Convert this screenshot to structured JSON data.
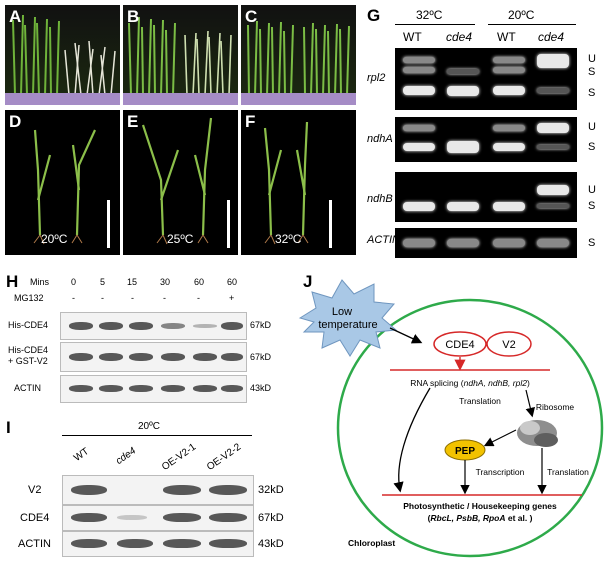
{
  "panels": {
    "A": "A",
    "B": "B",
    "C": "C",
    "D": "D",
    "E": "E",
    "F": "F",
    "G": "G",
    "H": "H",
    "I": "I",
    "J": "J"
  },
  "seedling_photos": {
    "D_temp": "20ºC",
    "E_temp": "25ºC",
    "F_temp": "32ºC"
  },
  "panel_G": {
    "temps": [
      "32ºC",
      "20ºC"
    ],
    "columns": [
      "WT",
      "cde4",
      "WT",
      "cde4"
    ],
    "rows": [
      {
        "gene": "rpl2",
        "markers": [
          "U",
          "S",
          "S"
        ]
      },
      {
        "gene": "ndhA",
        "markers": [
          "U",
          "S"
        ]
      },
      {
        "gene": "ndhB",
        "markers": [
          "U",
          "S"
        ]
      },
      {
        "gene": "ACTIN",
        "markers": [
          "S"
        ]
      }
    ]
  },
  "panel_H": {
    "mins_label": "Mins",
    "mins": [
      "0",
      "5",
      "15",
      "30",
      "60",
      "60"
    ],
    "mg132_label": "MG132",
    "mg132": [
      "-",
      "-",
      "-",
      "-",
      "-",
      "+"
    ],
    "rows": [
      {
        "label": "His-CDE4",
        "size": "67kD"
      },
      {
        "label": "His-CDE4\n+ GST-V2",
        "size": "67kD"
      },
      {
        "label": "ACTIN",
        "size": "43kD"
      }
    ]
  },
  "panel_I": {
    "temp": "20ºC",
    "columns": [
      "WT",
      "cde4",
      "OE-V2-1",
      "OE-V2-2"
    ],
    "rows": [
      {
        "label": "V2",
        "size": "32kD"
      },
      {
        "label": "CDE4",
        "size": "67kD"
      },
      {
        "label": "ACTIN",
        "size": "43kD"
      }
    ]
  },
  "panel_J": {
    "burst_line1": "Low",
    "burst_line2": "temperature",
    "cde4": "CDE4",
    "v2": "V2",
    "rna_splicing_pre": "RNA splicing (",
    "rna_splicing_genes": "ndhA, ndhB, rpl2",
    "rna_splicing_post": ")",
    "ribosome": "Ribosome",
    "translation_top": "Translation",
    "pep": "PEP",
    "transcription": "Transcription",
    "translation_right": "Translation",
    "genes_line1": "Photosynthetic / Housekeeping genes",
    "genes_line2_pre": "(",
    "genes_line2_genes": "RbcL, PsbB, RpoA",
    "genes_line2_post": " et al. )",
    "chloroplast": "Chloroplast",
    "colors": {
      "burst": "#a9c8e6",
      "cell": "#2eaa4a",
      "pill_border": "#d62828",
      "pep": "#f2c200",
      "arrow": "#d62828"
    }
  }
}
